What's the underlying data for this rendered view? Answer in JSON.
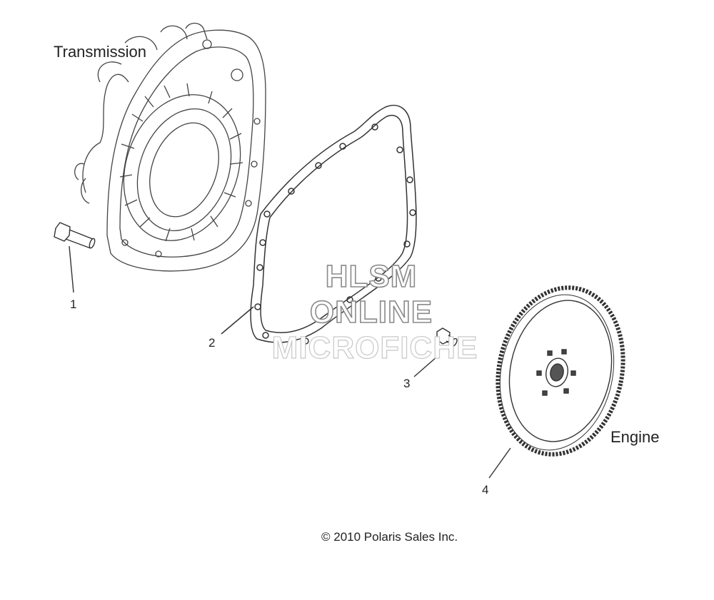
{
  "labels": {
    "transmission": "Transmission",
    "engine": "Engine"
  },
  "callouts": [
    "1",
    "2",
    "3",
    "4"
  ],
  "watermark": {
    "line1": "HLSM",
    "line2": "ONLINE",
    "line3": "MICROFICHE"
  },
  "copyright": "© 2010 Polaris Sales Inc.",
  "colors": {
    "line": "#333333",
    "watermark_outline": "#8a8a8a"
  }
}
